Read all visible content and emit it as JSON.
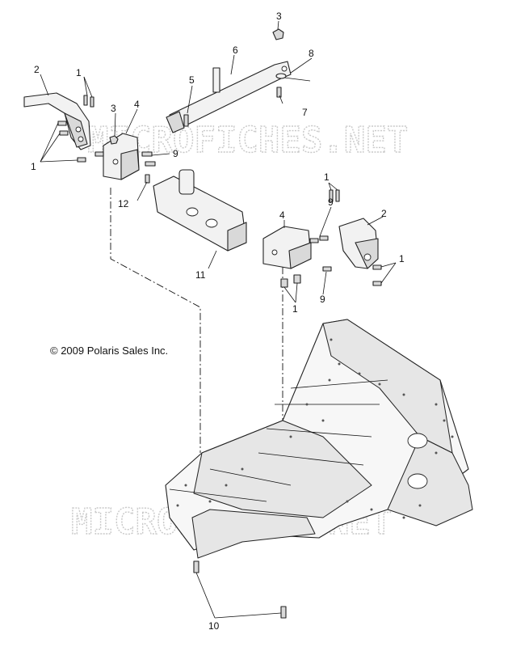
{
  "copyright": "© 2009 Polaris Sales Inc.",
  "watermark": "MICROFICHES.NET",
  "callouts": [
    {
      "id": "c1a",
      "label": "1"
    },
    {
      "id": "c1b",
      "label": "1"
    },
    {
      "id": "c1c",
      "label": "1"
    },
    {
      "id": "c1d",
      "label": "1"
    },
    {
      "id": "c1e",
      "label": "1"
    },
    {
      "id": "c2a",
      "label": "2"
    },
    {
      "id": "c2b",
      "label": "2"
    },
    {
      "id": "c3a",
      "label": "3"
    },
    {
      "id": "c3b",
      "label": "3"
    },
    {
      "id": "c4a",
      "label": "4"
    },
    {
      "id": "c4b",
      "label": "4"
    },
    {
      "id": "c5",
      "label": "5"
    },
    {
      "id": "c6",
      "label": "6"
    },
    {
      "id": "c7",
      "label": "7"
    },
    {
      "id": "c8",
      "label": "8"
    },
    {
      "id": "c9a",
      "label": "9"
    },
    {
      "id": "c9b",
      "label": "9"
    },
    {
      "id": "c9c",
      "label": "9"
    },
    {
      "id": "c10",
      "label": "10"
    },
    {
      "id": "c11",
      "label": "11"
    },
    {
      "id": "c12",
      "label": "12"
    }
  ]
}
